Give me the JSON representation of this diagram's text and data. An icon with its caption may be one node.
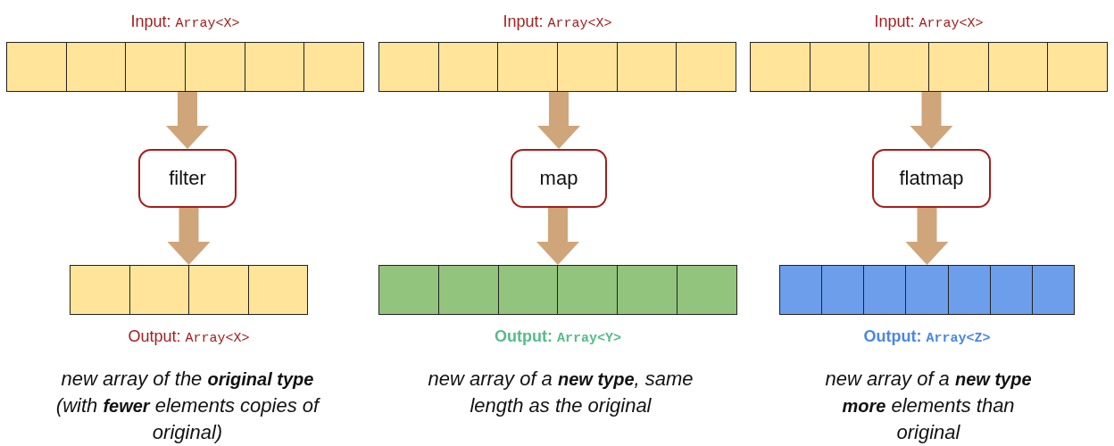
{
  "diagram": {
    "nodes": [
      {
        "text": [],
        "shape": "bar",
        "beside": [
          "Input:",
          "Array<X>"
        ]
      },
      {
        "text": [
          "filter"
        ]
      },
      {
        "text": [],
        "shape": "bar",
        "beside": [
          "Output:",
          "Array<X>"
        ]
      },
      {
        "text": [],
        "shape": "bar",
        "beside": [
          "Input:",
          "Array<X>"
        ]
      },
      {
        "text": [
          "map"
        ]
      },
      {
        "text": [],
        "shape": "bar",
        "beside": [
          "Output:",
          "Array<Y>"
        ]
      },
      {
        "text": [],
        "shape": "bar",
        "beside": [
          "Input:",
          "Array<X>"
        ]
      },
      {
        "text": [
          "flatmap"
        ]
      },
      {
        "text": [],
        "shape": "bar",
        "beside": [
          "Output:",
          "Array<Z>"
        ]
      }
    ],
    "edges": [
      {
        "from": 0,
        "to": 1,
        "arrow": "to"
      },
      {
        "from": 1,
        "to": 2,
        "arrow": "to"
      },
      {
        "from": 3,
        "to": 4,
        "arrow": "to"
      },
      {
        "from": 4,
        "to": 5,
        "arrow": "to"
      },
      {
        "from": 6,
        "to": 7,
        "arrow": "to"
      },
      {
        "from": 7,
        "to": 8,
        "arrow": "to"
      }
    ],
    "labels": [
      "new array of the **original type** (with **fewer** elements copies of original)",
      "new array of a **new type**, same length as the original",
      "new array of a **new type** **more** elements than original"
    ]
  }
}
